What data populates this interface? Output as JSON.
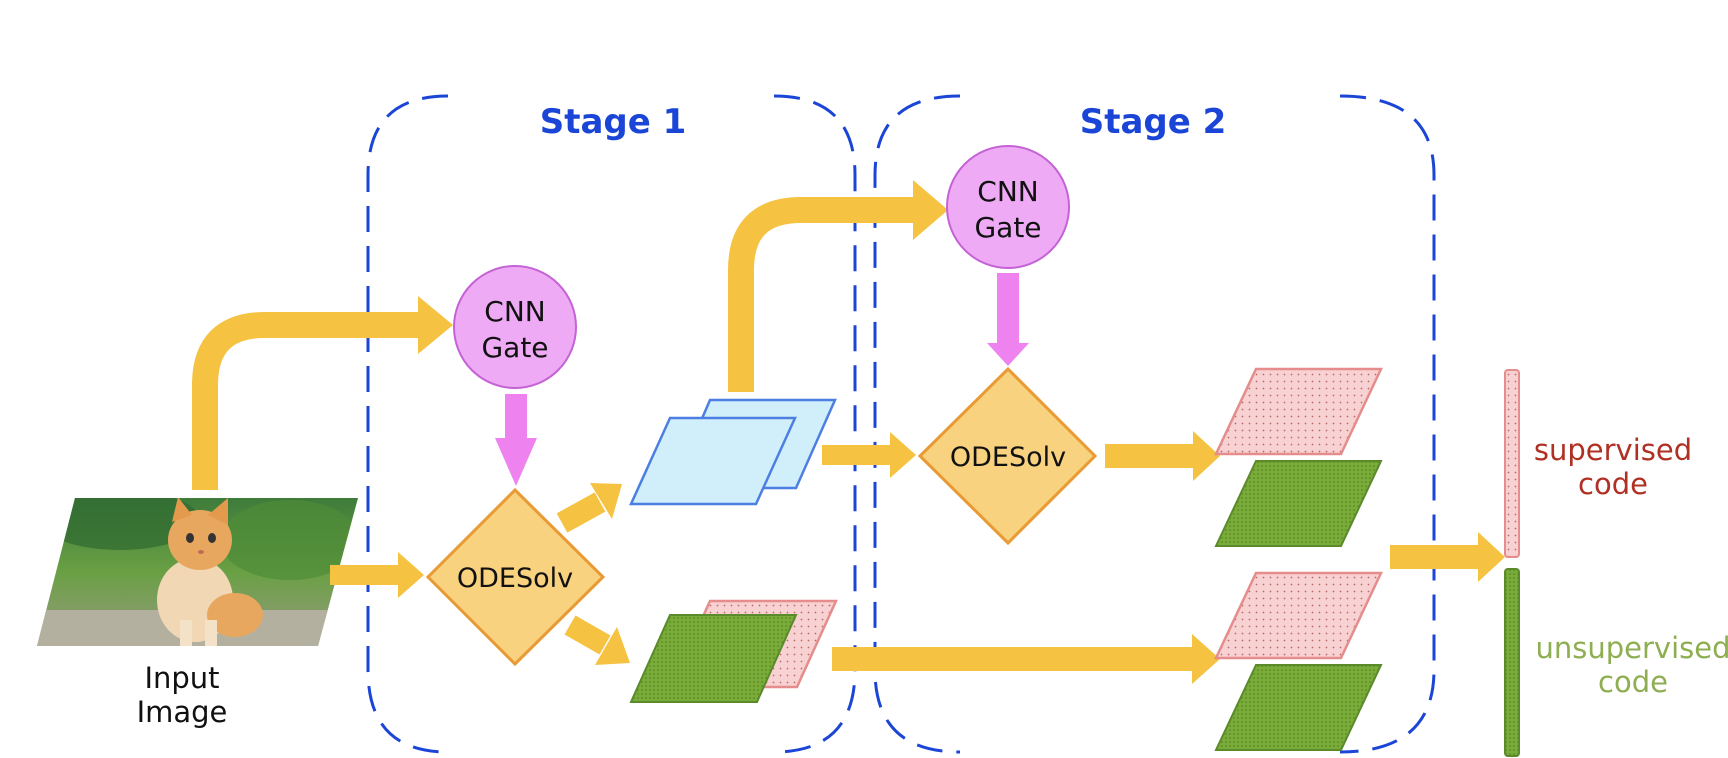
{
  "stages": [
    {
      "title": "Stage 1"
    },
    {
      "title": "Stage 2"
    }
  ],
  "cnn_gate": {
    "line1": "CNN",
    "line2": "Gate"
  },
  "ode_solver": {
    "label": "ODESolv"
  },
  "input": {
    "line1": "Input",
    "line2": "Image"
  },
  "outputs": {
    "supervised": {
      "line1": "supervised",
      "line2": "code"
    },
    "unsupervised": {
      "line1": "unsupervised",
      "line2": "code"
    }
  },
  "colors": {
    "stage_border": "#1b45d6",
    "arrow_main": "#f5c242",
    "arrow_gate": "#ee82ee",
    "cnn_gate_fill": "#eeaaf5",
    "ode_fill": "#f9d27f",
    "blue_map": "#d0effb",
    "pink_map": "#f8d2d2",
    "green_map": "#7aac3a",
    "supervised_text": "#b03024",
    "unsupervised_text": "#8fae52"
  }
}
